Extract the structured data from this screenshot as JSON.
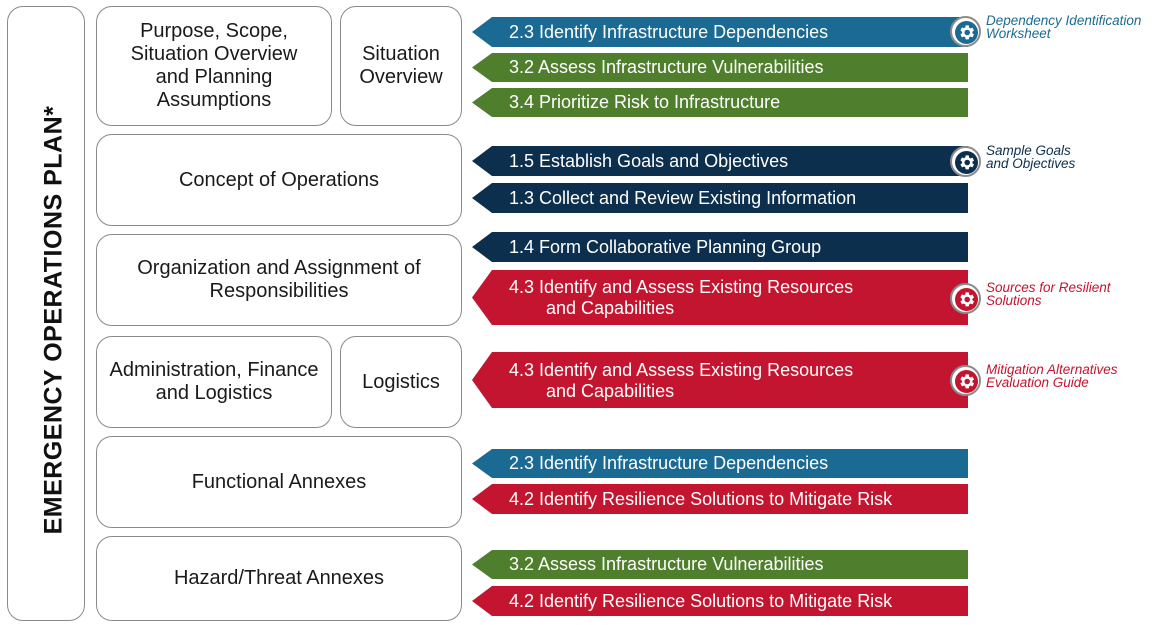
{
  "plan_title": "EMERGENCY OPERATIONS PLAN*",
  "sections": {
    "purpose": "Purpose, Scope, Situation Overview and Planning Assumptions",
    "situation_overview": "Situation Overview",
    "concept": "Concept of Operations",
    "organization": "Organization and Assignment of Responsibilities",
    "administration": "Administration, Finance and Logistics",
    "logistics": "Logistics",
    "functional": "Functional Annexes",
    "hazard": "Hazard/Threat Annexes"
  },
  "steps": [
    {
      "text": "2.3 Identify Infrastructure Dependencies",
      "color": "#1b6a93"
    },
    {
      "text": "3.2 Assess Infrastructure Vulnerabilities",
      "color": "#4f7e2d"
    },
    {
      "text": "3.4 Prioritize Risk to Infrastructure",
      "color": "#4f7e2d"
    },
    {
      "text": "1.5 Establish Goals and Objectives",
      "color": "#0c2f4e"
    },
    {
      "text": "1.3 Collect and Review Existing Information",
      "color": "#0c2f4e"
    },
    {
      "text": "1.4 Form Collaborative Planning Group",
      "color": "#0c2f4e"
    },
    {
      "line1": "4.3 Identify and Assess Existing Resources",
      "line2": "and Capabilities",
      "color": "#c3152f"
    },
    {
      "line1": "4.3 Identify and Assess Existing Resources",
      "line2": "and Capabilities",
      "color": "#c3152f"
    },
    {
      "text": "2.3 Identify Infrastructure Dependencies",
      "color": "#1b6a93"
    },
    {
      "text": "4.2 Identify Resilience Solutions to Mitigate Risk",
      "color": "#c3152f"
    },
    {
      "text": "3.2 Assess Infrastructure Vulnerabilities",
      "color": "#4f7e2d"
    },
    {
      "text": "4.2 Identify Resilience Solutions to Mitigate Risk",
      "color": "#c3152f"
    }
  ],
  "resources": [
    {
      "line1": "Dependency Identification",
      "line2": "Worksheet",
      "color": "#1b6a93",
      "icon": "gear-icon"
    },
    {
      "line1": "Sample Goals",
      "line2": "and Objectives",
      "color": "#0c2f4e",
      "icon": "gear-icon"
    },
    {
      "line1": "Sources for Resilient",
      "line2": "Solutions",
      "color": "#c3152f",
      "icon": "gear-icon"
    },
    {
      "line1": "Mitigation Alternatives",
      "line2": "Evaluation Guide",
      "color": "#c3152f",
      "icon": "gear-icon"
    }
  ]
}
